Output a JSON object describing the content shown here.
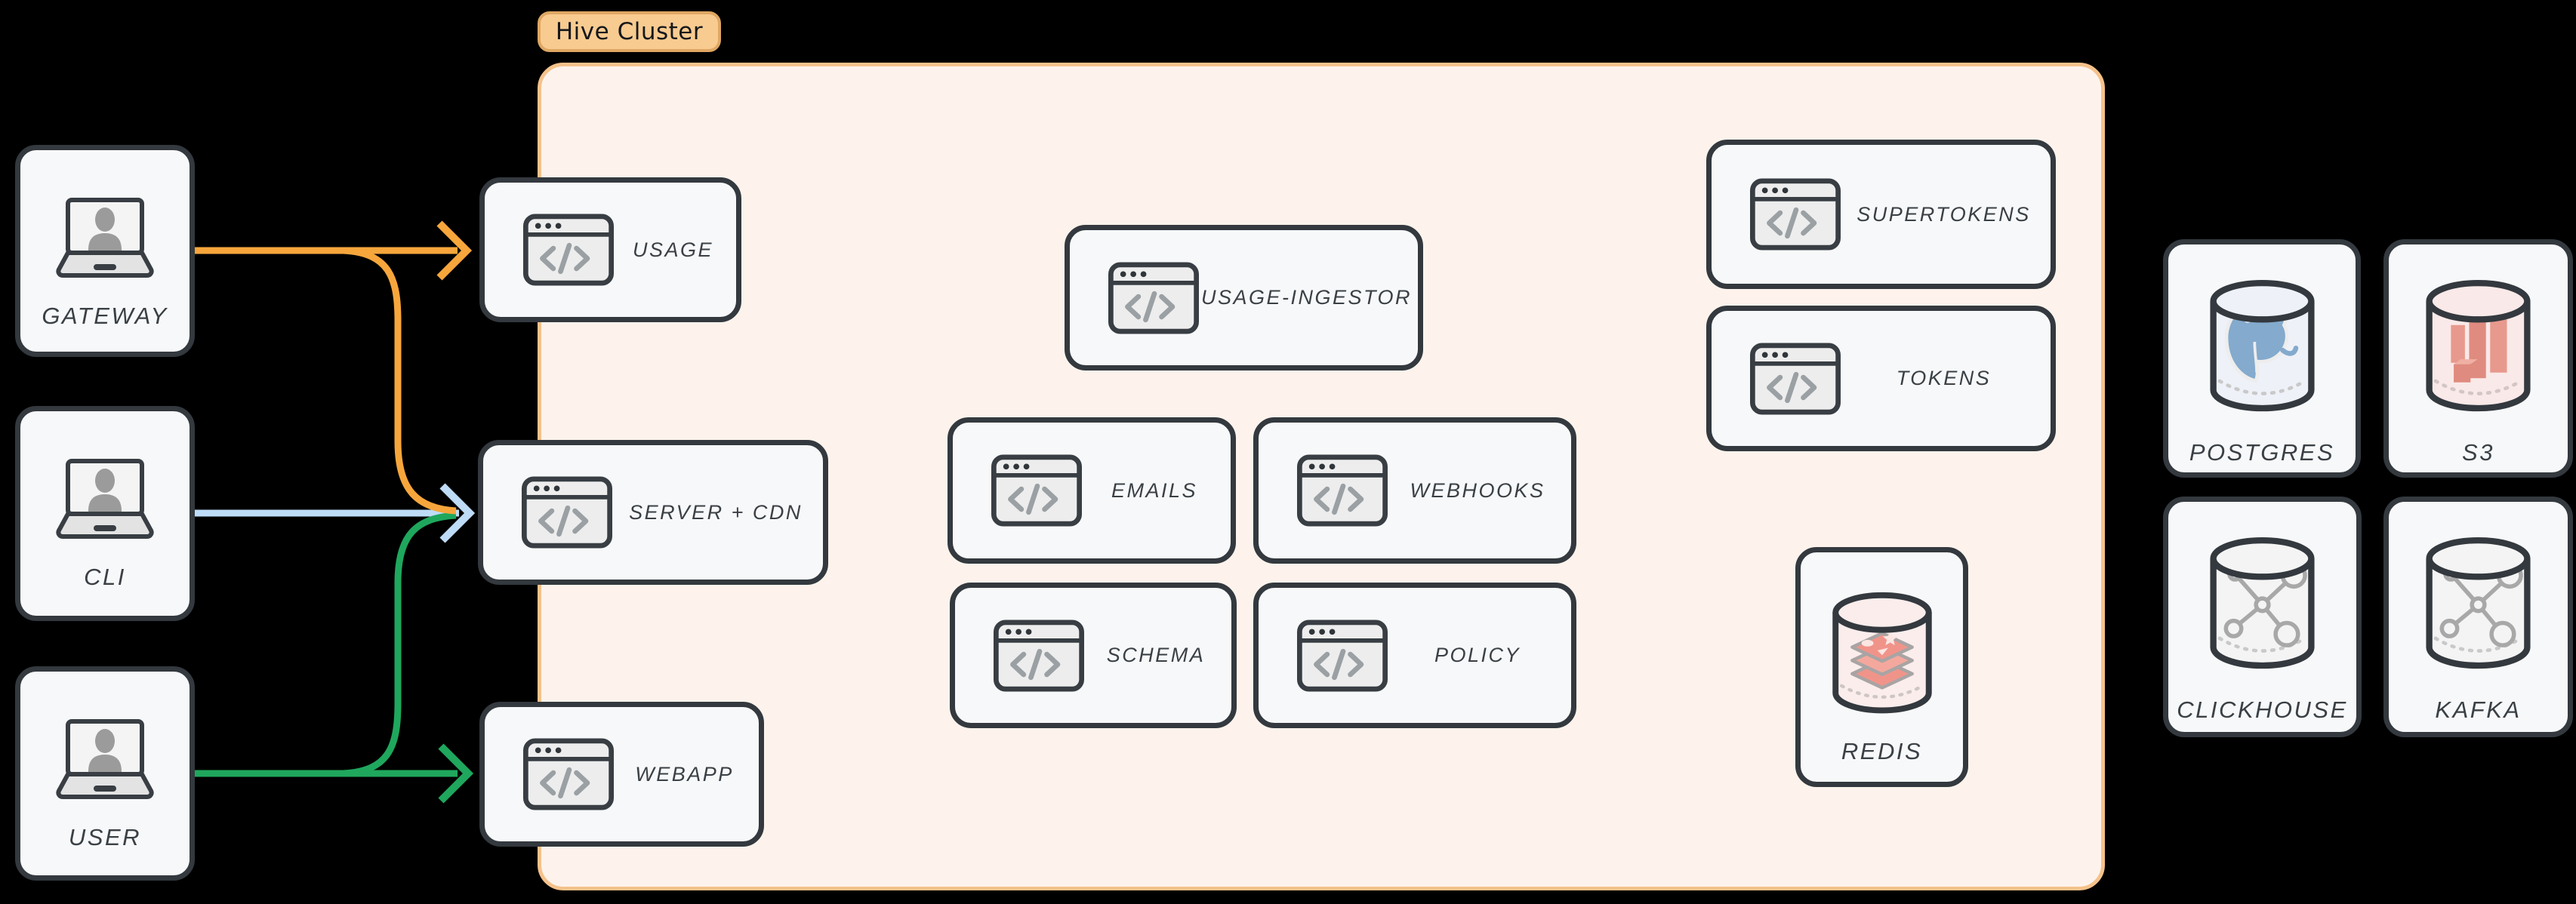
{
  "frame": {
    "label": "Hive Cluster"
  },
  "clients": [
    {
      "label": "GATEWAY"
    },
    {
      "label": "CLI"
    },
    {
      "label": "USER"
    }
  ],
  "services": [
    {
      "label": "USAGE"
    },
    {
      "label": "SERVER + CDN"
    },
    {
      "label": "WEBAPP"
    },
    {
      "label": "USAGE-INGESTOR"
    },
    {
      "label": "EMAILS"
    },
    {
      "label": "WEBHOOKS"
    },
    {
      "label": "SCHEMA"
    },
    {
      "label": "POLICY"
    },
    {
      "label": "SUPERTOKENS"
    },
    {
      "label": "TOKENS"
    }
  ],
  "datastores": [
    {
      "label": "REDIS"
    },
    {
      "label": "POSTGRES"
    },
    {
      "label": "S3"
    },
    {
      "label": "CLICKHOUSE"
    },
    {
      "label": "KAFKA"
    }
  ],
  "edges": [
    {
      "from": "GATEWAY",
      "to": "USAGE",
      "color": "#F7A63C"
    },
    {
      "from": "GATEWAY",
      "to": "SERVER + CDN",
      "color": "#F7A63C"
    },
    {
      "from": "CLI",
      "to": "SERVER + CDN",
      "color": "#BEDCF7"
    },
    {
      "from": "USER",
      "to": "WEBAPP",
      "color": "#1FA75D"
    },
    {
      "from": "USER",
      "to": "SERVER + CDN",
      "color": "#1FA75D"
    }
  ],
  "colors": {
    "background": "#000000",
    "frame_fill": "#FDF3EC",
    "frame_border": "#F5C28B",
    "frame_label_fill": "#F8CB90",
    "node_fill": "#F7F8F9",
    "node_border": "#33393E",
    "label_text": "#3A4045",
    "gateway_flow": "#F7A63C",
    "cli_flow": "#BEDCF7",
    "user_flow": "#1FA75D"
  }
}
